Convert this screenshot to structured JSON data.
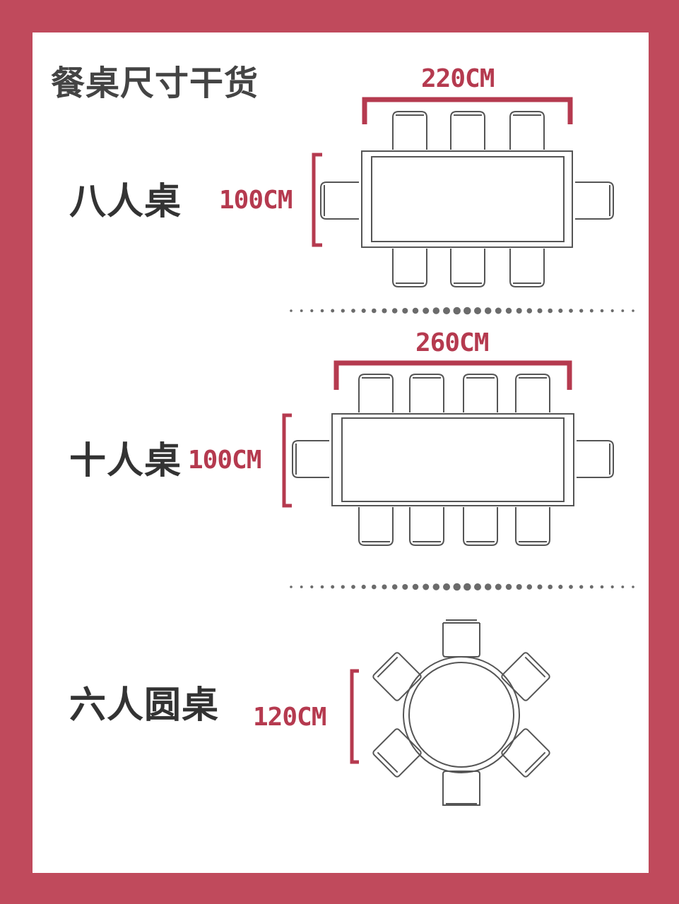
{
  "title": "餐桌尺寸干货",
  "colors": {
    "background": "#c04a5c",
    "dimension": "#b53a4f",
    "ink": "#444444"
  },
  "sections": [
    {
      "label": "八人桌",
      "width_label": "220CM",
      "depth_label": "100CM"
    },
    {
      "label": "十人桌",
      "width_label": "260CM",
      "depth_label": "100CM"
    },
    {
      "label": "六人圆桌",
      "diameter_label": "120CM"
    }
  ]
}
